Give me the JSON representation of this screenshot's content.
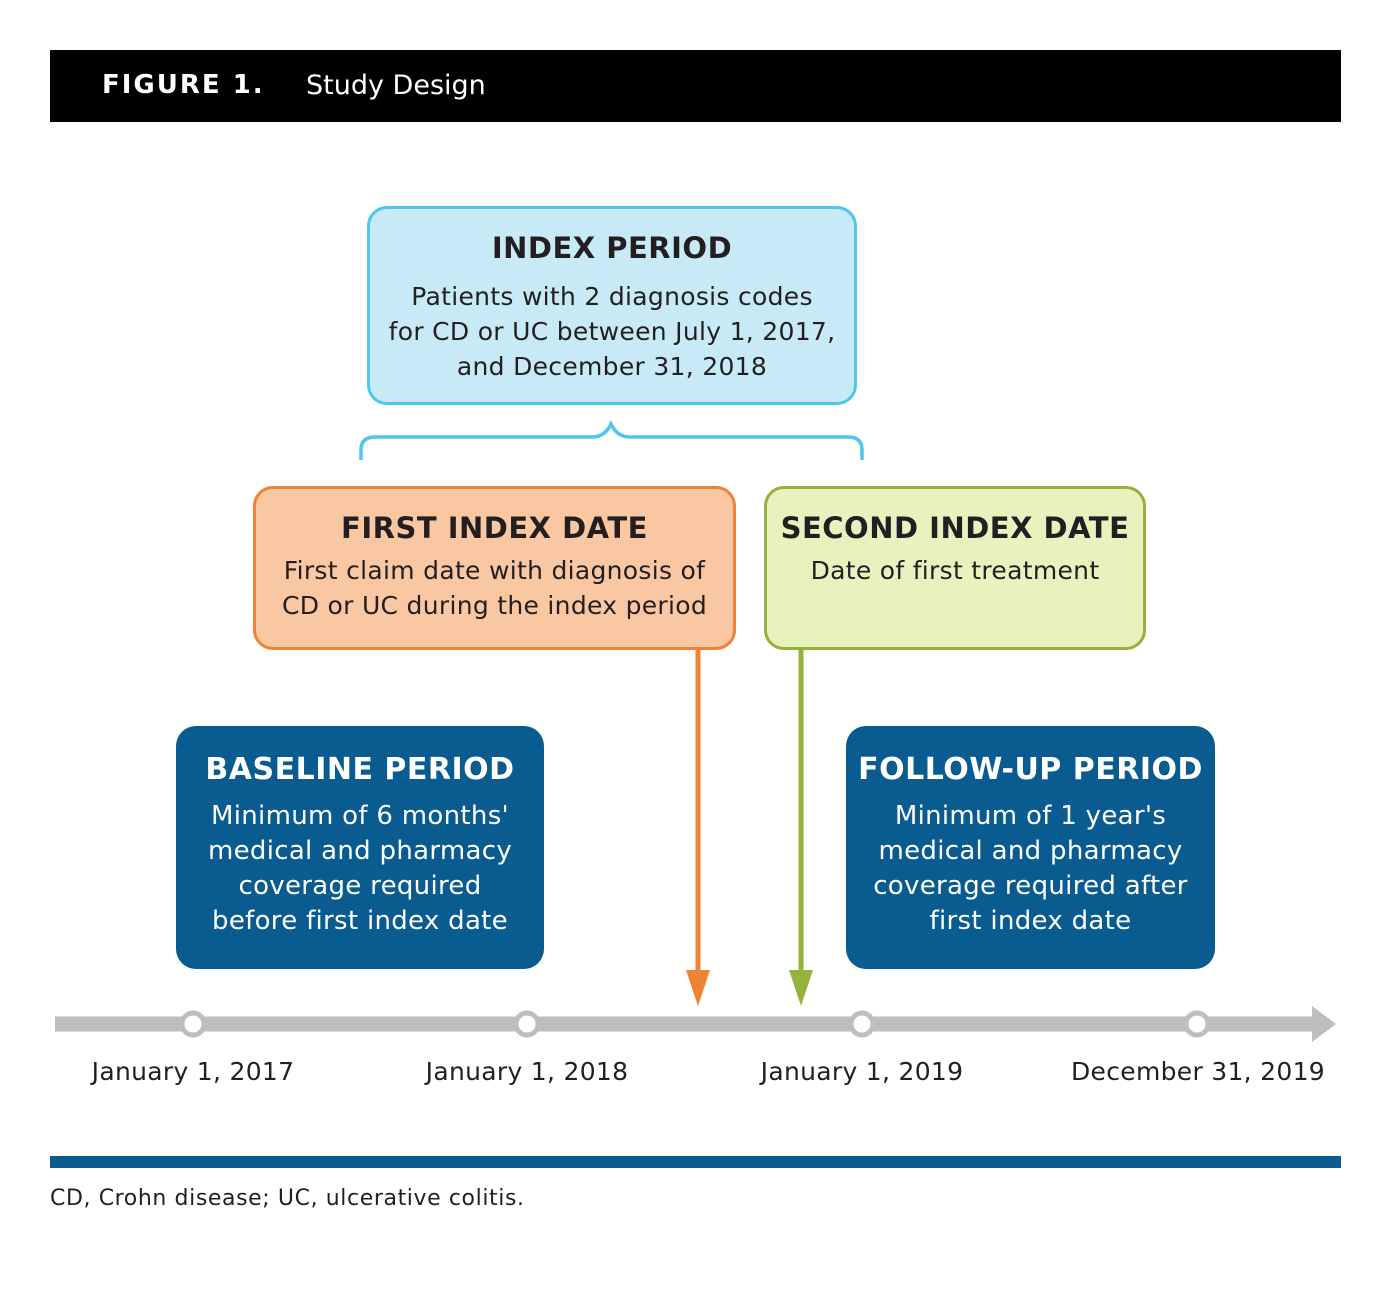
{
  "figure": {
    "label": "FIGURE 1.",
    "title": "Study Design"
  },
  "index_period": {
    "title": "INDEX PERIOD",
    "body": "Patients with 2 diagnosis codes\nfor CD or UC between July 1, 2017,\nand December 31, 2018"
  },
  "first_index_date": {
    "title": "FIRST INDEX DATE",
    "body": "First claim date with diagnosis of\nCD or UC during the index period"
  },
  "second_index_date": {
    "title": "SECOND INDEX DATE",
    "body": "Date of first treatment"
  },
  "baseline_period": {
    "title": "BASELINE PERIOD",
    "body": "Minimum of 6 months'\nmedical and pharmacy\ncoverage required\nbefore first index date"
  },
  "followup_period": {
    "title": "FOLLOW-UP PERIOD",
    "body": "Minimum of 1 year's\nmedical and pharmacy\ncoverage required after\nfirst index date"
  },
  "timeline": {
    "ticks": [
      "January 1, 2017",
      "January 1, 2018",
      "January 1, 2019",
      "December 31, 2019"
    ]
  },
  "footnote": "CD, Crohn disease; UC, ulcerative colitis.",
  "colors": {
    "index": "#4ec6ee",
    "first": "#ef8235",
    "second": "#93b33d",
    "dark": "#0a5b8f",
    "timeline": "#bcbec0"
  }
}
